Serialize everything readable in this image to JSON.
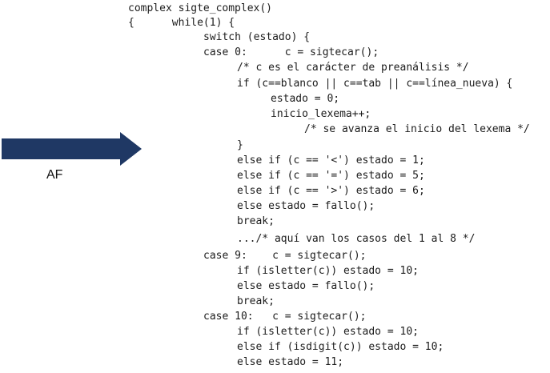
{
  "arrow": {
    "label": "AF",
    "color": "#1f3864"
  },
  "code": {
    "lines": [
      "complex sigte_complex()",
      "{      while(1) {",
      "switch (estado) {",
      "case 0:      c = sigtecar();",
      "/* c es el carácter de preanálisis */",
      "if (c==blanco || c==tab || c==línea_nueva) {",
      "estado = 0;",
      "inicio_lexema++;",
      "/* se avanza el inicio del lexema */",
      "}",
      "else if (c == '<') estado = 1;",
      "else if (c == '=') estado = 5;",
      "else if (c == '>') estado = 6;",
      "else estado = fallo();",
      "break;",
      ".../* aquí van los casos del 1 al 8 */",
      "case 9:    c = sigtecar();",
      "if (isletter(c)) estado = 10;",
      "else estado = fallo();",
      "break;",
      "case 10:   c = sigtecar();",
      "if (isletter(c)) estado = 10;",
      "else if (isdigit(c)) estado = 10;",
      "else estado = 11;"
    ]
  }
}
